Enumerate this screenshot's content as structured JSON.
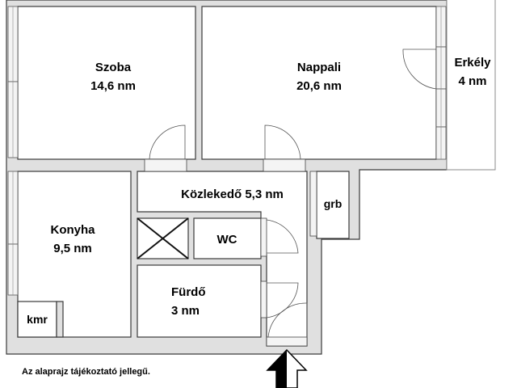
{
  "floorplan": {
    "rooms": [
      {
        "id": "szoba",
        "name": "Szoba",
        "area": "14,6 nm"
      },
      {
        "id": "nappali",
        "name": "Nappali",
        "area": "20,6 nm"
      },
      {
        "id": "erkely",
        "name": "Erkély",
        "area": "4 nm"
      },
      {
        "id": "konyha",
        "name": "Konyha",
        "area": "9,5 nm"
      },
      {
        "id": "kozlekedo",
        "name": "Közlekedő 5,3 nm",
        "area": ""
      },
      {
        "id": "furdo",
        "name": "Fürdő",
        "area": "3 nm"
      },
      {
        "id": "wc",
        "name": "WC",
        "area": ""
      },
      {
        "id": "grb",
        "name": "grb",
        "area": ""
      },
      {
        "id": "kmr",
        "name": "kmr",
        "area": ""
      }
    ],
    "note": "Az alaprajz tájékoztató jellegű.",
    "entrance_arrow": "up-arrow",
    "colors": {
      "wall_fill": "#e0e0e0",
      "wall_line": "#3a3a3a",
      "room_fill": "#ffffff",
      "text": "#000000"
    }
  }
}
